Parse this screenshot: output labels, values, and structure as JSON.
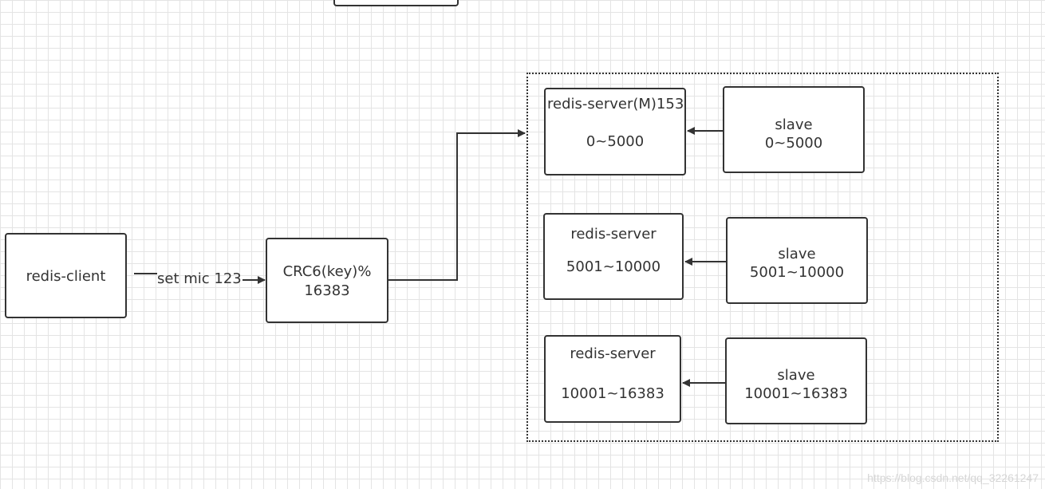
{
  "diagram": {
    "client": {
      "label": "redis-client"
    },
    "edge_label": "set mic 123",
    "hash": {
      "line1": "CRC6(key)%",
      "line2": "16383"
    },
    "masters": [
      {
        "line1": "redis-server(M)153",
        "line2": "0~5000"
      },
      {
        "line1": "redis-server",
        "line2": "5001~10000"
      },
      {
        "line1": "redis-server",
        "line2": "10001~16383"
      }
    ],
    "slaves": [
      {
        "line1": "slave",
        "line2": "0~5000"
      },
      {
        "line1": "slave",
        "line2": "5001~10000"
      },
      {
        "line1": "slave",
        "line2": "10001~16383"
      }
    ],
    "watermark": "https://blog.csdn.net/qq_32261247"
  },
  "colors": {
    "stroke": "#333333",
    "grid": "#e4e4e4",
    "background": "#ffffff"
  }
}
